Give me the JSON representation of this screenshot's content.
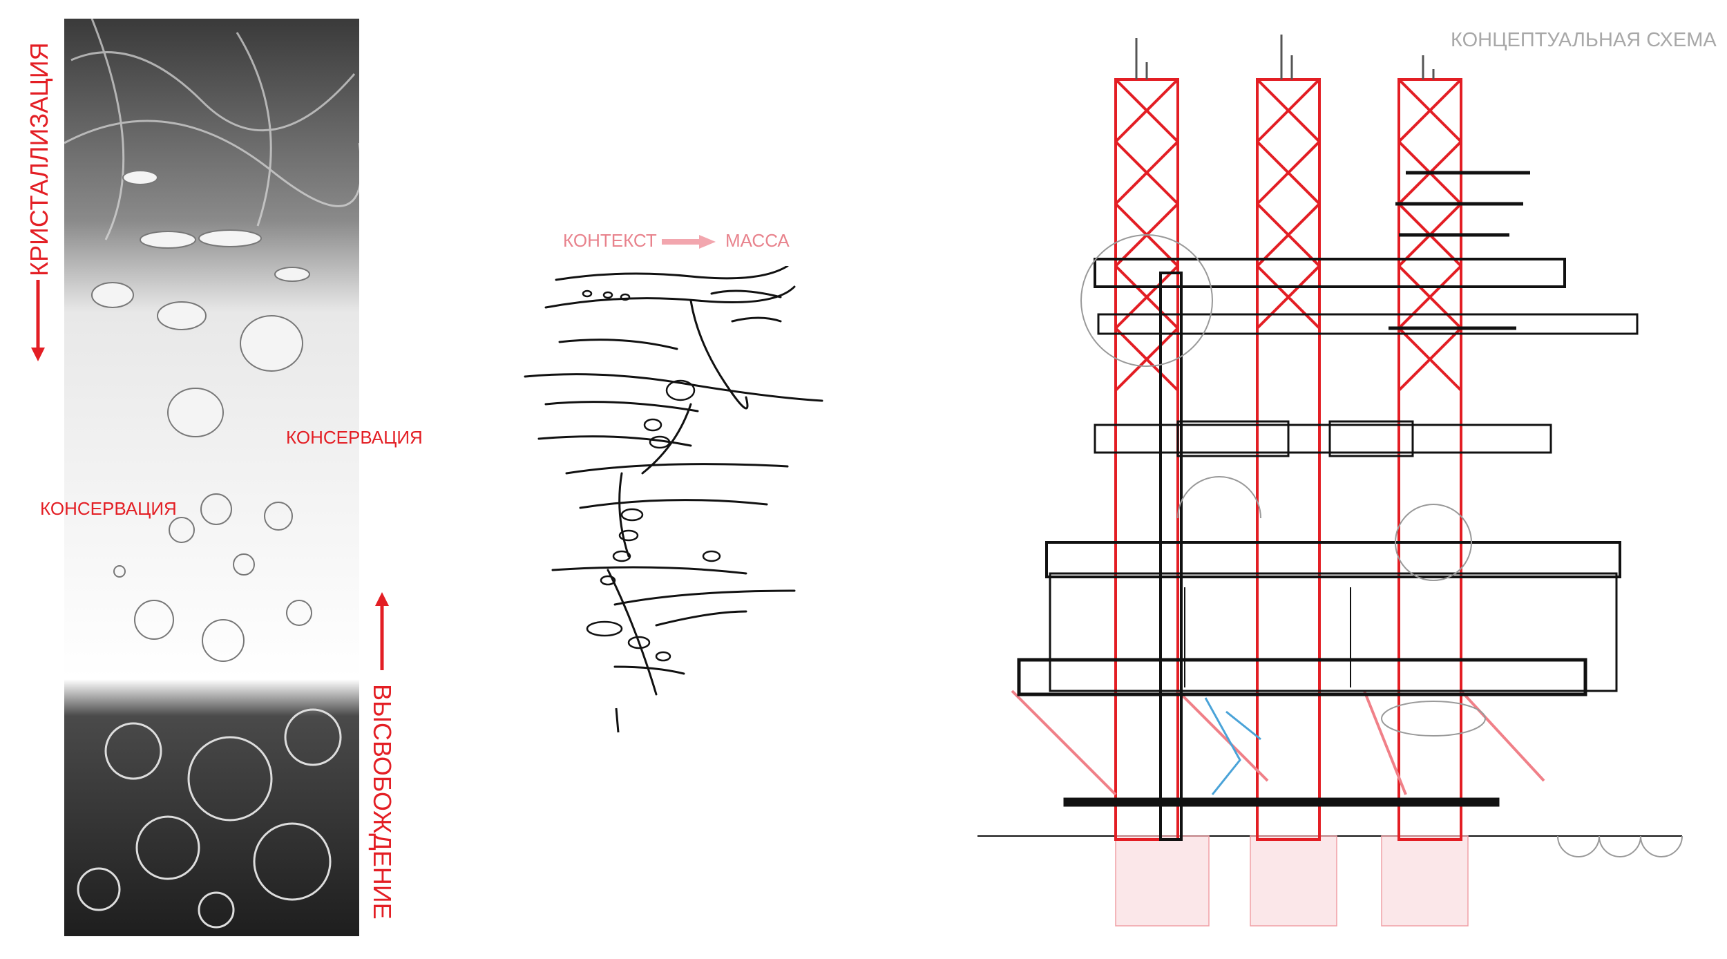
{
  "page_title": "КОНЦЕПТУАЛЬНАЯ СХЕМА",
  "left_panel": {
    "top_label": "КРИСТАЛЛИЗАЦИЯ",
    "bottom_label": "ВЫСВОБОЖДЕНИЕ",
    "conservation_label_right": "КОНСЕРВАЦИЯ",
    "conservation_label_left": "КОНСЕРВАЦИЯ"
  },
  "middle_panel": {
    "from_label": "КОНТЕКСТ",
    "to_label": "МАССА"
  },
  "colors": {
    "accent_red": "#e31e24",
    "pink": "#e8828c",
    "grey_title": "#a8a8a8"
  }
}
